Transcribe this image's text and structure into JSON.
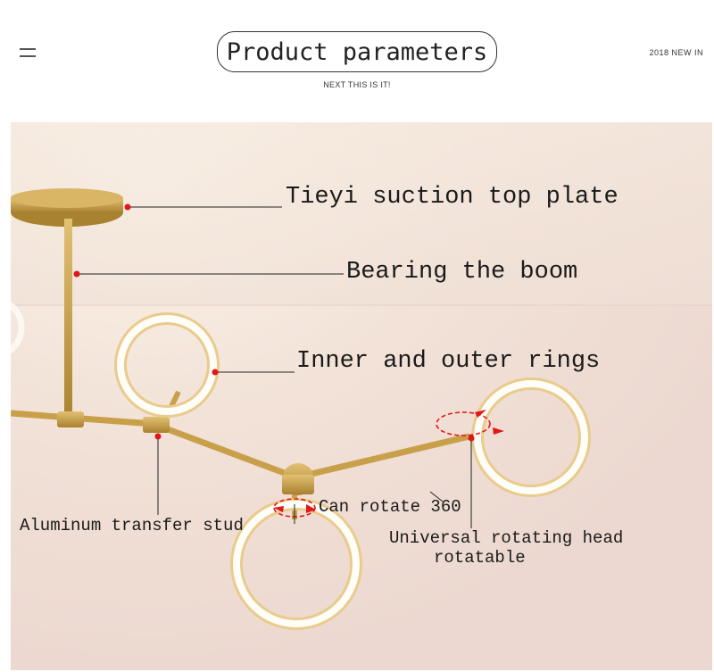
{
  "header": {
    "menu_icon": "hamburger-icon",
    "title": "Product parameters",
    "subtitle": "NEXT THIS IS IT!",
    "badge": "2018 NEW IN"
  },
  "callouts": {
    "top_plate": "Tieyi suction top plate",
    "boom": "Bearing the boom",
    "rings": "Inner and outer rings",
    "stud": "Aluminum transfer stud",
    "rotate": "Can rotate 360",
    "head_line1": "Universal rotating head",
    "head_line2": "rotatable"
  },
  "colors": {
    "accent": "#e01818",
    "gold": "#c9a04a",
    "background": "#f1e0d8"
  }
}
